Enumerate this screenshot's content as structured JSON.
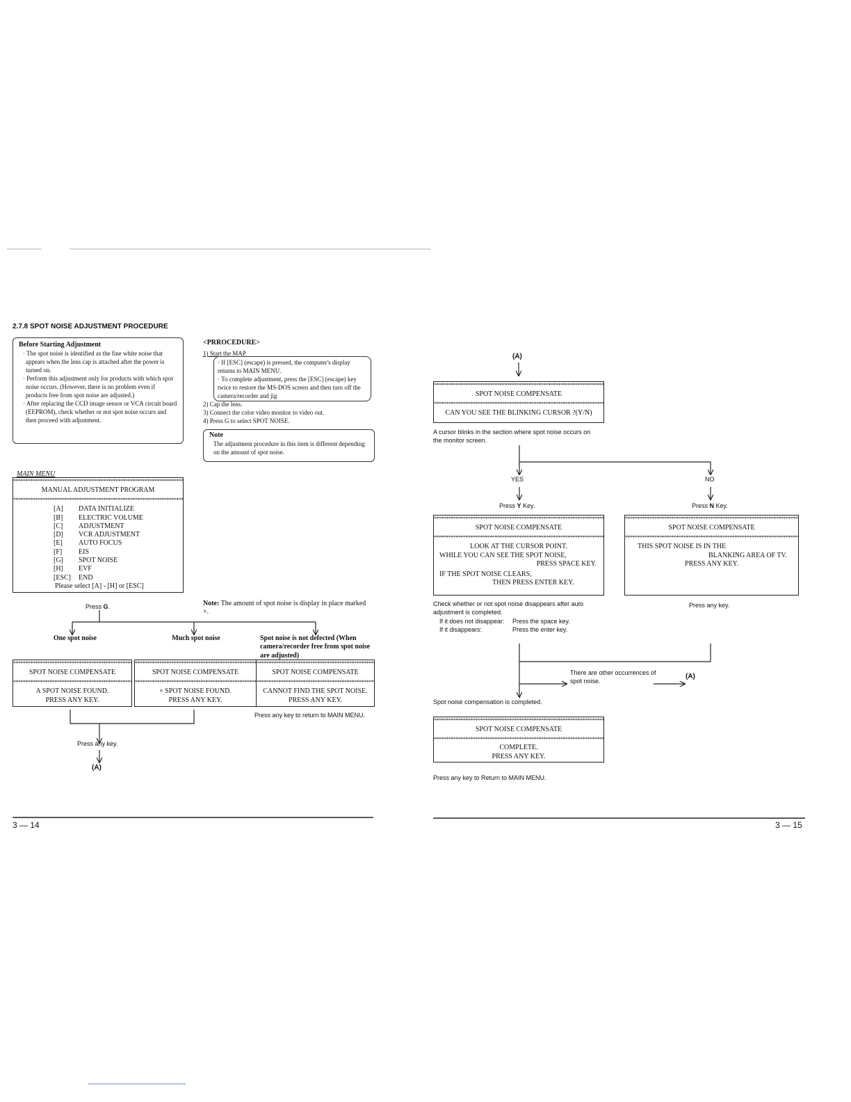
{
  "section_title": "2.7.8 SPOT NOISE ADJUSTMENT PROCEDURE",
  "before": {
    "title": "Before Starting Adjustment",
    "items": [
      "· The spot noise is identified as the fine white noise that appears when the lens cap is attached after the power is turned on.",
      "· Perform this adjustment only for products with which spot noise occurs. (However, there is no problem even if products free from spot noise are adjusted.)",
      "· After replacing the CCD image sensor or VCA circuit board (EEPROM), check whether or not spot noise occurs and then proceed with adjustment."
    ]
  },
  "procedure": {
    "title": "<PRROCEDURE>",
    "step1": "1)  Start the MAP.",
    "sub": [
      "· If [ESC] (escape) is pressed, the computer's display returns to MAIN MENU.",
      "· To complete adjustment, press the [ESC] (escape) key twice to restore the MS-DOS screen and then turn off the camera/recorder and jig"
    ],
    "steps": [
      "2)  Cap the lens.",
      "3)  Connect the color video monitor to video out.",
      "4)  Press G to select SPOT NOISE."
    ]
  },
  "note_box": {
    "title": "Note",
    "text": "The adjustment procedure in this item is different depending on the amount of spot noise."
  },
  "stars": "**************************************************************************************************",
  "main_menu": {
    "label": "MAIN MENU",
    "title": "MANUAL ADJUSTMENT PROGRAM",
    "items": [
      {
        "key": "[A]",
        "label": "DATA INITIALIZE"
      },
      {
        "key": "[B]",
        "label": "ELECTRIC VOLUME"
      },
      {
        "key": "[C]",
        "label": "ADJUSTMENT"
      },
      {
        "key": "[D]",
        "label": "VCR ADJUSTMENT"
      },
      {
        "key": "[E]",
        "label": "AUTO FOCUS"
      },
      {
        "key": "[F]",
        "label": "EIS"
      },
      {
        "key": "[G]",
        "label": "SPOT NOISE"
      },
      {
        "key": "[H]",
        "label": "EVF"
      },
      {
        "key": "[ESC]",
        "label": "END"
      }
    ],
    "prompt": "Please select [A] - [H] or [ESC]"
  },
  "left_flow": {
    "press_g": "Press G.",
    "note_label": "Note:",
    "note_text": "The amount of spot noise is display in place marked ×.",
    "branches": [
      "One spot noise",
      "Much spot noise",
      "Spot noise is not defected (When camera/recorder free from spot noise are adjusted)"
    ],
    "screen_title": "SPOT NOISE COMPENSATE",
    "screens": [
      [
        "A SPOT NOISE FOUND.",
        "PRESS ANY KEY."
      ],
      [
        "× SPOT NOISE FOUND.",
        "PRESS ANY KEY."
      ],
      [
        "CANNOT FIND THE SPOT NOISE.",
        "PRESS ANY KEY."
      ]
    ],
    "return_note": "Press any key to return to MAIN MENU.",
    "press_any_key": "Press any key.",
    "goto": "(A)"
  },
  "right_flow": {
    "start": "(A)",
    "screen_title": "SPOT NOISE COMPENSATE",
    "question": "CAN YOU SEE THE BLINKING CURSOR ?(Y/N)",
    "cursor_note": "A cursor blinks in the section where spot noise occurs on the monitor screen.",
    "yes": "YES",
    "no": "NO",
    "press_y": "Press Y Key.",
    "press_n": "Press N Key.",
    "yes_screen": [
      "LOOK AT THE CURSOR POINT.",
      "WHILE YOU CAN SEE THE SPOT NOISE,",
      "PRESS SPACE KEY.",
      "IF THE SPOT NOISE CLEARS,",
      "THEN PRESS ENTER KEY."
    ],
    "no_screen": [
      "THIS SPOT NOISE IS IN THE",
      "BLANKING AREA OF TV.",
      "PRESS ANY KEY."
    ],
    "check_note": "Check whether or not spot noise disappears after auto adjustment is completed.",
    "if_not": "If it does not disappear:",
    "if_not_action": "Press the space key.",
    "if_yes": "If it disappears:",
    "if_yes_action": "Press the enter key.",
    "press_any_key": "Press any key.",
    "other": "There are other occurrences of spot noise.",
    "goto": "(A)",
    "completed": "Spot noise compensation is completed.",
    "complete_screen": [
      "COMPLETE.",
      "PRESS ANY KEY."
    ],
    "return_note": "Press any key to Return to MAIN MENU."
  },
  "page_left": "3 — 14",
  "page_right": "3 — 15"
}
